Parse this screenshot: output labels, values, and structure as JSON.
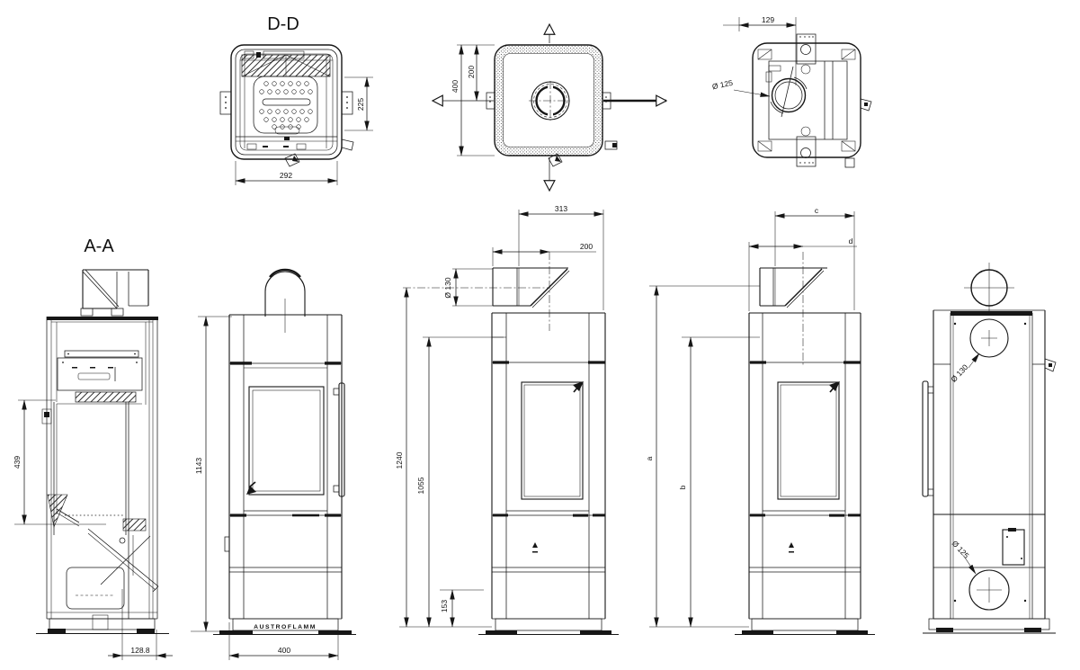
{
  "drawing": {
    "section_top": {
      "title": "D-D",
      "dim_depth": "225",
      "dim_width": "292"
    },
    "plan_center": {
      "dim_height": "400",
      "dim_flue_offset": "200"
    },
    "plan_rear": {
      "dim_offset": "129",
      "dim_flue_diameter": "Ø 125"
    },
    "section_side": {
      "title": "A-A",
      "dim_glass_height": "439",
      "dim_base_depth": "128.8"
    },
    "front": {
      "brand": "AUSTROFLAMM",
      "dim_height": "1143",
      "dim_width": "400"
    },
    "side_dimensioned": {
      "dim_top_depth": "313",
      "dim_flue_offset": "200",
      "dim_flue_diameter": "Ø 130",
      "dim_total_height": "1240",
      "dim_upper_height": "1055",
      "dim_inlet_height": "153"
    },
    "side_lettered": {
      "dim_c": "c",
      "dim_d": "d",
      "dim_a": "a",
      "dim_b": "b"
    },
    "rear": {
      "dim_flue_diameter": "Ø 130",
      "dim_inlet_diameter": "Ø 125"
    }
  }
}
